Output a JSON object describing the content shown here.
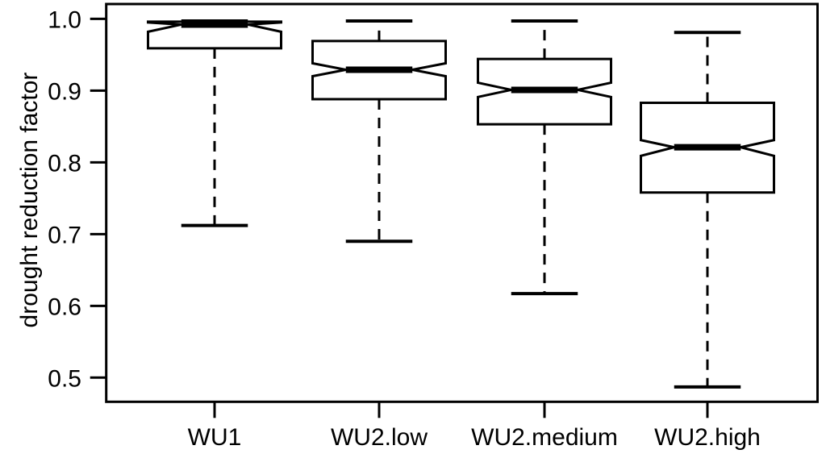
{
  "figure": {
    "background_color": "#ffffff",
    "line_color": "#000000",
    "text_color": "#000000"
  },
  "chart_data": {
    "type": "boxplot",
    "notched": true,
    "title": "",
    "xlabel": "",
    "ylabel": "drought reduction factor",
    "ylim": [
      0.4663,
      1.0206
    ],
    "yticks": [
      1.0,
      0.9,
      0.8,
      0.7,
      0.6,
      0.5
    ],
    "ytick_labels": [
      "1.0",
      "0.9",
      "0.8",
      "0.7",
      "0.6",
      "0.5"
    ],
    "categories": [
      "WU1",
      "WU2.low",
      "WU2.medium",
      "WU2.high"
    ],
    "grid": false,
    "legend": null,
    "series": [
      {
        "name": "WU1",
        "whisker_low": 0.712,
        "q1": 0.959,
        "notch_low": 0.982,
        "median": 0.992,
        "notch_high": 0.995,
        "q3": 0.996,
        "whisker_high": 0.997
      },
      {
        "name": "WU2.low",
        "whisker_low": 0.69,
        "q1": 0.888,
        "notch_low": 0.92,
        "median": 0.929,
        "notch_high": 0.938,
        "q3": 0.969,
        "whisker_high": 0.997
      },
      {
        "name": "WU2.medium",
        "whisker_low": 0.617,
        "q1": 0.853,
        "notch_low": 0.891,
        "median": 0.901,
        "notch_high": 0.911,
        "q3": 0.944,
        "whisker_high": 0.997
      },
      {
        "name": "WU2.high",
        "whisker_low": 0.487,
        "q1": 0.758,
        "notch_low": 0.809,
        "median": 0.821,
        "notch_high": 0.831,
        "q3": 0.883,
        "whisker_high": 0.981
      }
    ]
  }
}
